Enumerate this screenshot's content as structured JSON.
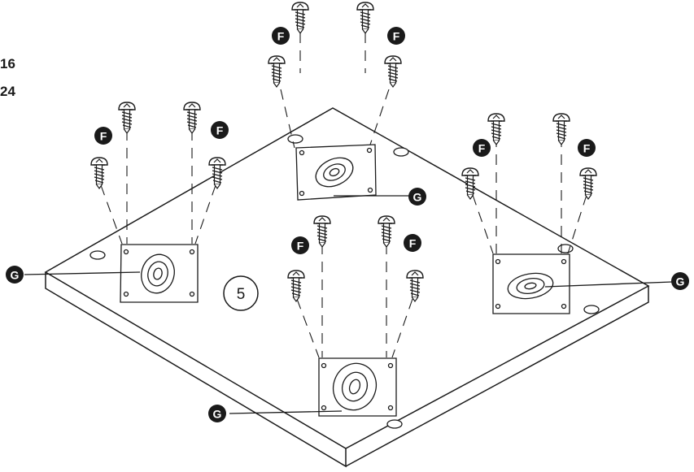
{
  "partial_labels": {
    "line1": "16",
    "line2": "24"
  },
  "step_number": "5",
  "screw_part_label": "F",
  "bracket_part_label": "G",
  "colors": {
    "ink": "#1a1a1a",
    "paper": "#ffffff"
  },
  "icons": {
    "screw": "pan-head-screw-icon",
    "part_badge": "filled-circle-letter-badge",
    "step_badge": "outlined-circle-number-badge"
  }
}
